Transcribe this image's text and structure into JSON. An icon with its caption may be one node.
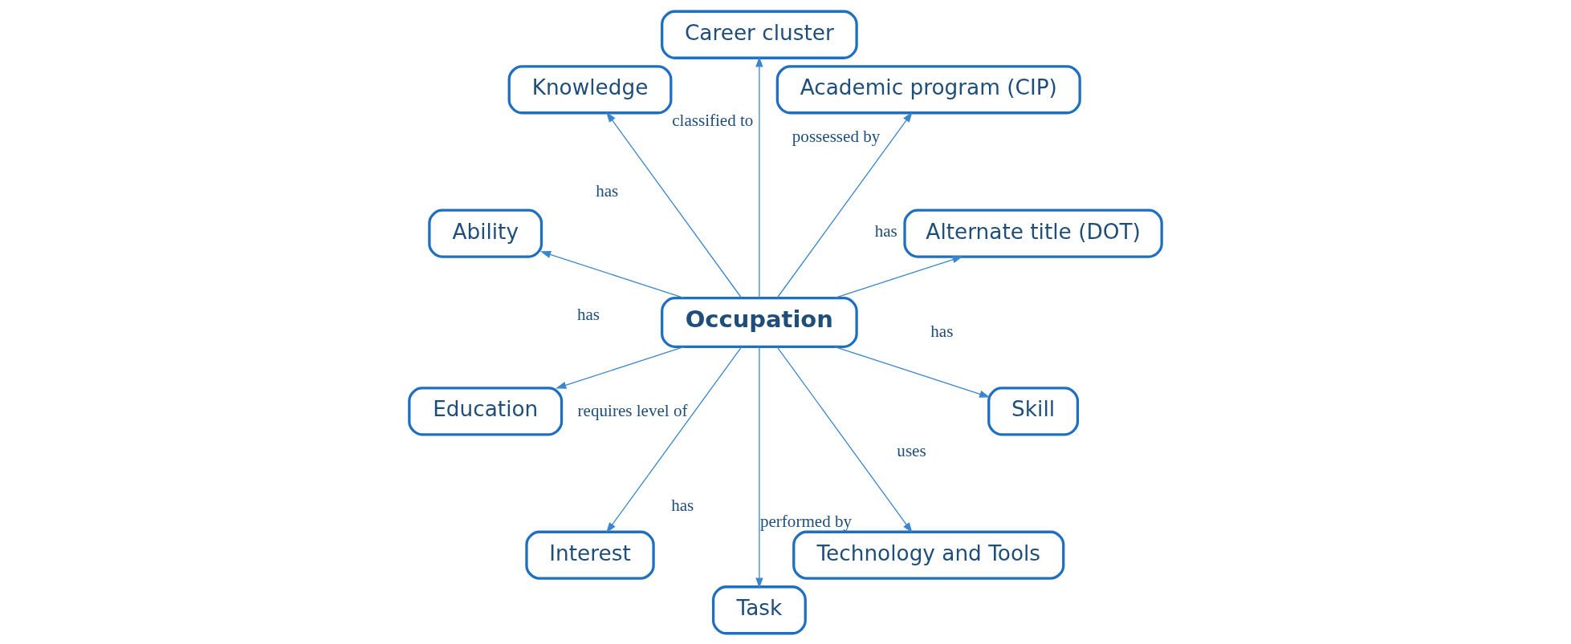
{
  "diagram": {
    "nodes": [
      {
        "text": [
          "Occupation"
        ]
      },
      {
        "text": [
          "Alternate title (DOT)"
        ]
      },
      {
        "text": [
          "Academic program (CIP)"
        ]
      },
      {
        "text": [
          "Career cluster"
        ]
      },
      {
        "text": [
          "Knowledge"
        ]
      },
      {
        "text": [
          "Ability"
        ]
      },
      {
        "text": [
          "Education"
        ]
      },
      {
        "text": [
          "Interest"
        ]
      },
      {
        "text": [
          "Task"
        ]
      },
      {
        "text": [
          "Technology and Tools"
        ]
      },
      {
        "text": [
          "Skill"
        ]
      }
    ],
    "edges": [
      {
        "from": 0,
        "to": 1,
        "arrow": "to",
        "label": "has"
      },
      {
        "from": 0,
        "to": 2,
        "arrow": "to",
        "label": "possessed by"
      },
      {
        "from": 0,
        "to": 3,
        "arrow": "to",
        "label": "classified to"
      },
      {
        "from": 0,
        "to": 4,
        "arrow": "to",
        "label": "has"
      },
      {
        "from": 0,
        "to": 5,
        "arrow": "to",
        "label": "has"
      },
      {
        "from": 0,
        "to": 6,
        "arrow": "to",
        "label": "requires level of"
      },
      {
        "from": 0,
        "to": 7,
        "arrow": "to",
        "label": "has"
      },
      {
        "from": 0,
        "to": 8,
        "arrow": "to",
        "label": "performed by"
      },
      {
        "from": 0,
        "to": 9,
        "arrow": "to",
        "label": "uses"
      },
      {
        "from": 0,
        "to": 10,
        "arrow": "to",
        "label": "has"
      }
    ]
  }
}
